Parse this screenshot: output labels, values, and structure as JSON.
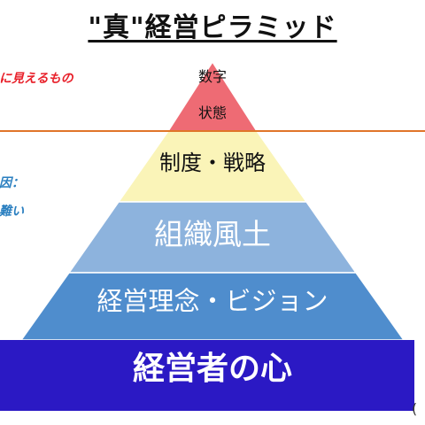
{
  "title": "\"真\"経営ピラミッド",
  "notes": {
    "visible": "に見えるもの",
    "factor_line1": "因：",
    "factor_line2": "難い"
  },
  "pyramid": {
    "tip_line1": "数字",
    "tip_line2": "状態",
    "layer2": "制度・戦略",
    "layer3": "組織風土",
    "layer4": "経営理念・ビジョン",
    "base": "経営者の心"
  },
  "colors": {
    "tip": "#ee6b74",
    "layer2": "#faf4b8",
    "layer3": "#8db3dd",
    "layer4": "#4f8dcd",
    "base": "#2b19c4",
    "divider": "#e0752a"
  },
  "corner_mark": "("
}
